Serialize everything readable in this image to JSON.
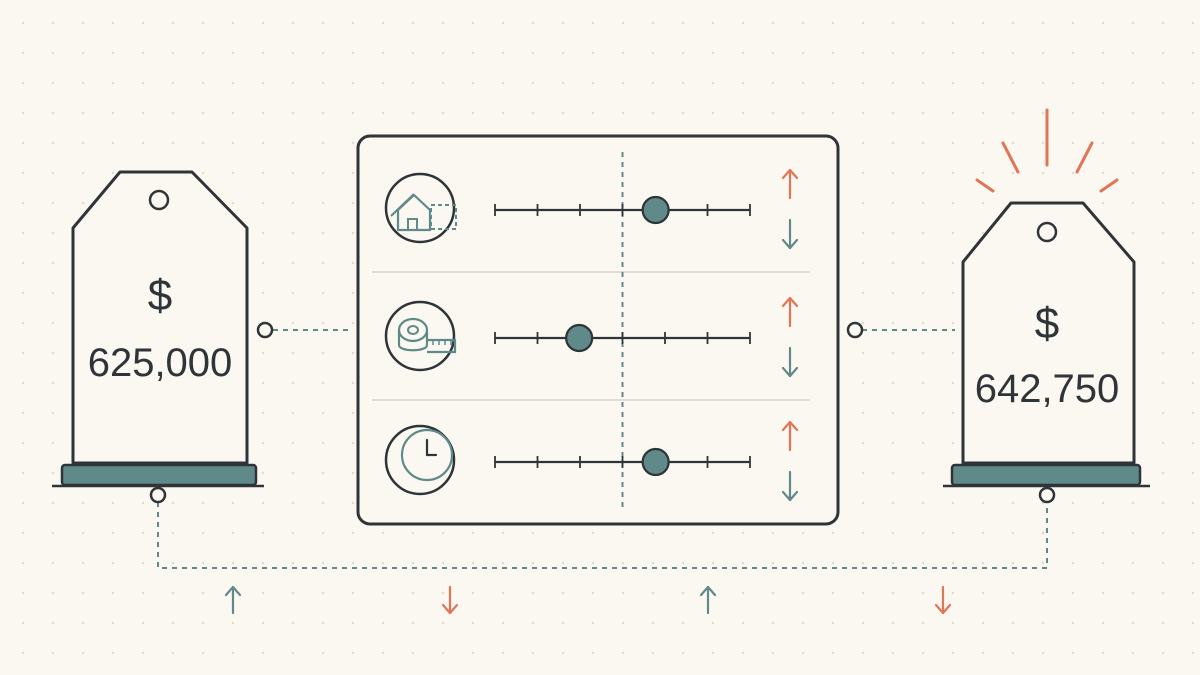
{
  "tag_left": {
    "currency": "$",
    "amount": "625,000"
  },
  "tag_right": {
    "currency": "$",
    "amount": "642,750"
  },
  "panel": {
    "rows": [
      {
        "icon": "house-expansion-icon",
        "level": 0.63,
        "arrows": [
          "up",
          "down"
        ]
      },
      {
        "icon": "measuring-tape-icon",
        "level": 0.33,
        "arrows": [
          "up",
          "down"
        ]
      },
      {
        "icon": "clock-icon",
        "level": 0.63,
        "arrows": [
          "up",
          "down"
        ]
      }
    ],
    "reference_level": 0.5
  },
  "bottom_arrows": [
    "up",
    "down",
    "up",
    "down"
  ],
  "colors": {
    "outline": "#2f3438",
    "teal": "#5f8a89",
    "teal_dark": "#4f7a79",
    "orange": "#e07655",
    "background": "#fbf8f1"
  }
}
